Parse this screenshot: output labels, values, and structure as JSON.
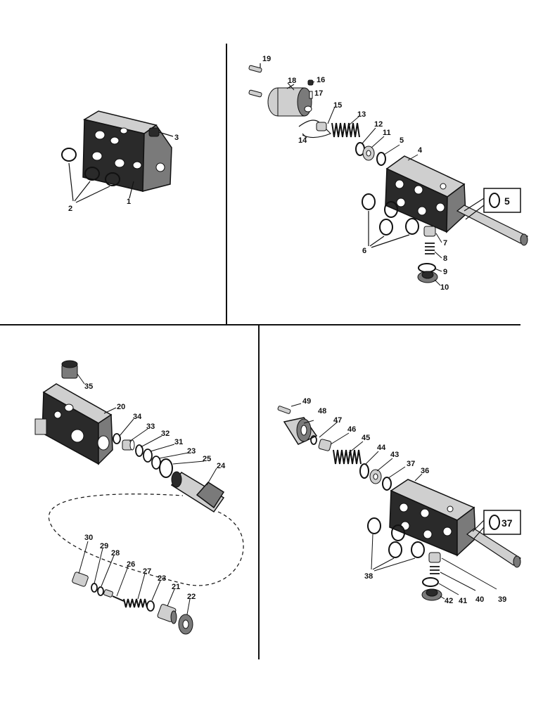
{
  "panels": {
    "top_left": {
      "callouts": [
        "1",
        "2",
        "3"
      ]
    },
    "top_right": {
      "callouts": [
        "4",
        "5",
        "6",
        "7",
        "8",
        "9",
        "10",
        "11",
        "12",
        "13",
        "14",
        "15",
        "16",
        "17",
        "18",
        "19"
      ],
      "boxed_callout": "5"
    },
    "bottom_left": {
      "callouts": [
        "20",
        "21",
        "22",
        "23",
        "23",
        "24",
        "25",
        "26",
        "27",
        "28",
        "29",
        "30",
        "31",
        "32",
        "33",
        "34",
        "35"
      ]
    },
    "bottom_right": {
      "callouts": [
        "36",
        "37",
        "38",
        "39",
        "40",
        "41",
        "42",
        "43",
        "44",
        "45",
        "46",
        "47",
        "48",
        "49"
      ],
      "boxed_callout": "37"
    }
  }
}
